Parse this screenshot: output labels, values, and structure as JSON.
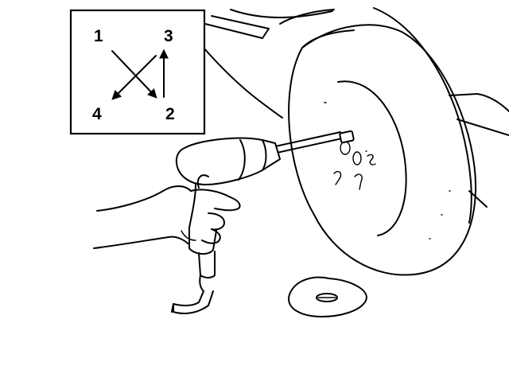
{
  "inset": {
    "labels": {
      "top_left": "1",
      "top_right": "3",
      "bottom_left": "4",
      "bottom_right": "2"
    }
  },
  "colors": {
    "ink": "#000000",
    "paper": "#ffffff"
  },
  "icons": {
    "tool": "impact-wrench-icon",
    "wheel": "tire-icon",
    "nut": "lug-nut-icon"
  }
}
